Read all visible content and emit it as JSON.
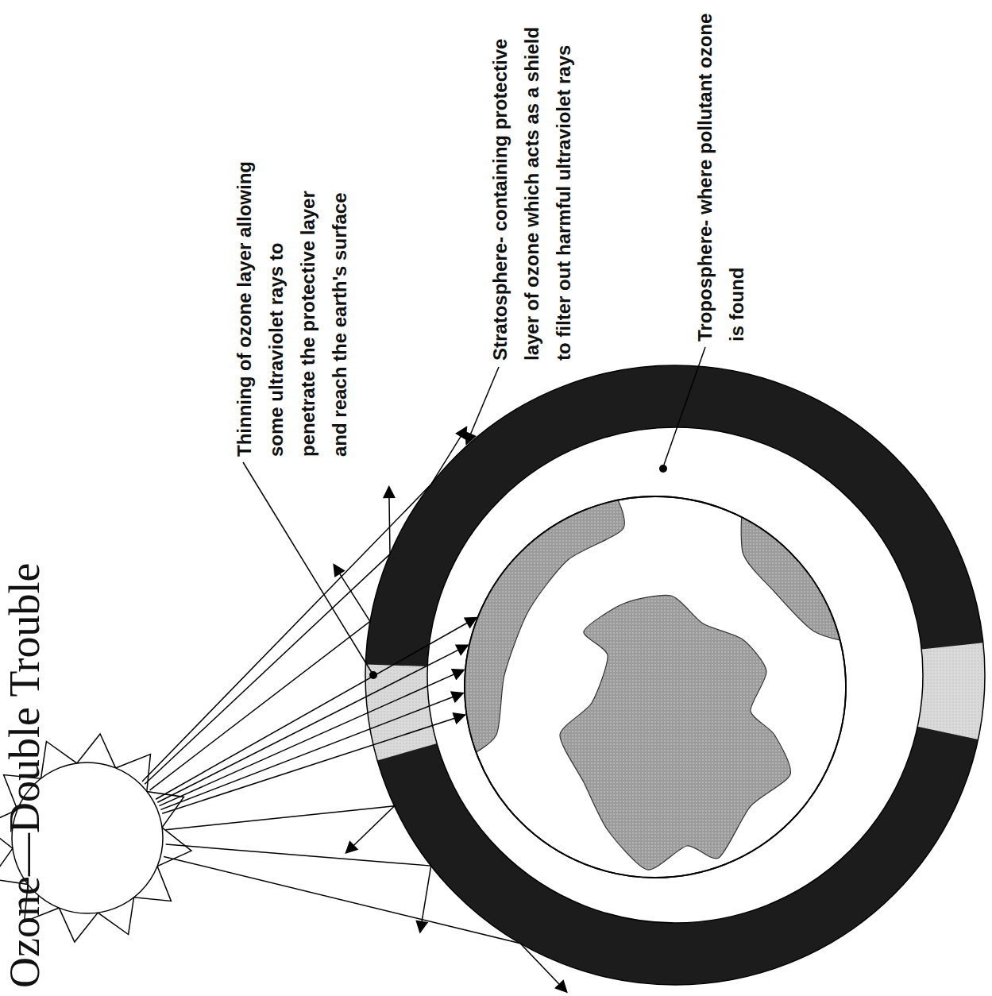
{
  "diagram": {
    "title": "Ozone—Double Trouble",
    "labels": [
      "Thinning of ozone layer allowing some ultraviolet rays to penetrate the protective layer and reach the earth's surface",
      "Stratosphere- containing protective layer of ozone which acts as a shield to filter out harmful ultraviolet rays",
      "Troposphere- where pollutant ozone is found"
    ]
  }
}
